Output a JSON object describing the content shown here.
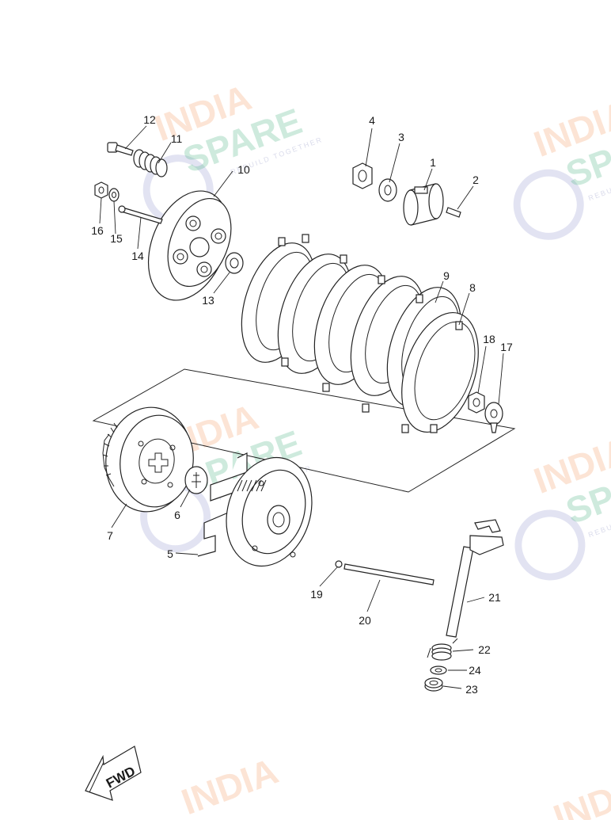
{
  "diagram": {
    "callouts": [
      {
        "id": "1",
        "text": "1"
      },
      {
        "id": "2",
        "text": "2"
      },
      {
        "id": "3",
        "text": "3"
      },
      {
        "id": "4",
        "text": "4"
      },
      {
        "id": "5",
        "text": "5"
      },
      {
        "id": "6",
        "text": "6"
      },
      {
        "id": "7",
        "text": "7"
      },
      {
        "id": "8",
        "text": "8"
      },
      {
        "id": "9",
        "text": "9"
      },
      {
        "id": "10",
        "text": "10"
      },
      {
        "id": "11",
        "text": "11"
      },
      {
        "id": "12",
        "text": "12"
      },
      {
        "id": "13",
        "text": "13"
      },
      {
        "id": "14",
        "text": "14"
      },
      {
        "id": "15",
        "text": "15"
      },
      {
        "id": "16",
        "text": "16"
      },
      {
        "id": "17",
        "text": "17"
      },
      {
        "id": "18",
        "text": "18"
      },
      {
        "id": "19",
        "text": "19"
      },
      {
        "id": "20",
        "text": "20"
      },
      {
        "id": "21",
        "text": "21"
      },
      {
        "id": "22",
        "text": "22"
      },
      {
        "id": "23",
        "text": "23"
      },
      {
        "id": "24",
        "text": "24"
      }
    ],
    "fwd_label": "FWD"
  },
  "watermark": {
    "line1": "INDIA",
    "line2": "SPARE",
    "tagline": "REBUILD TOGETHER",
    "colors": {
      "orange": "#f6a06a",
      "green": "#3fb07a",
      "icon": "#7d7fc4"
    }
  }
}
